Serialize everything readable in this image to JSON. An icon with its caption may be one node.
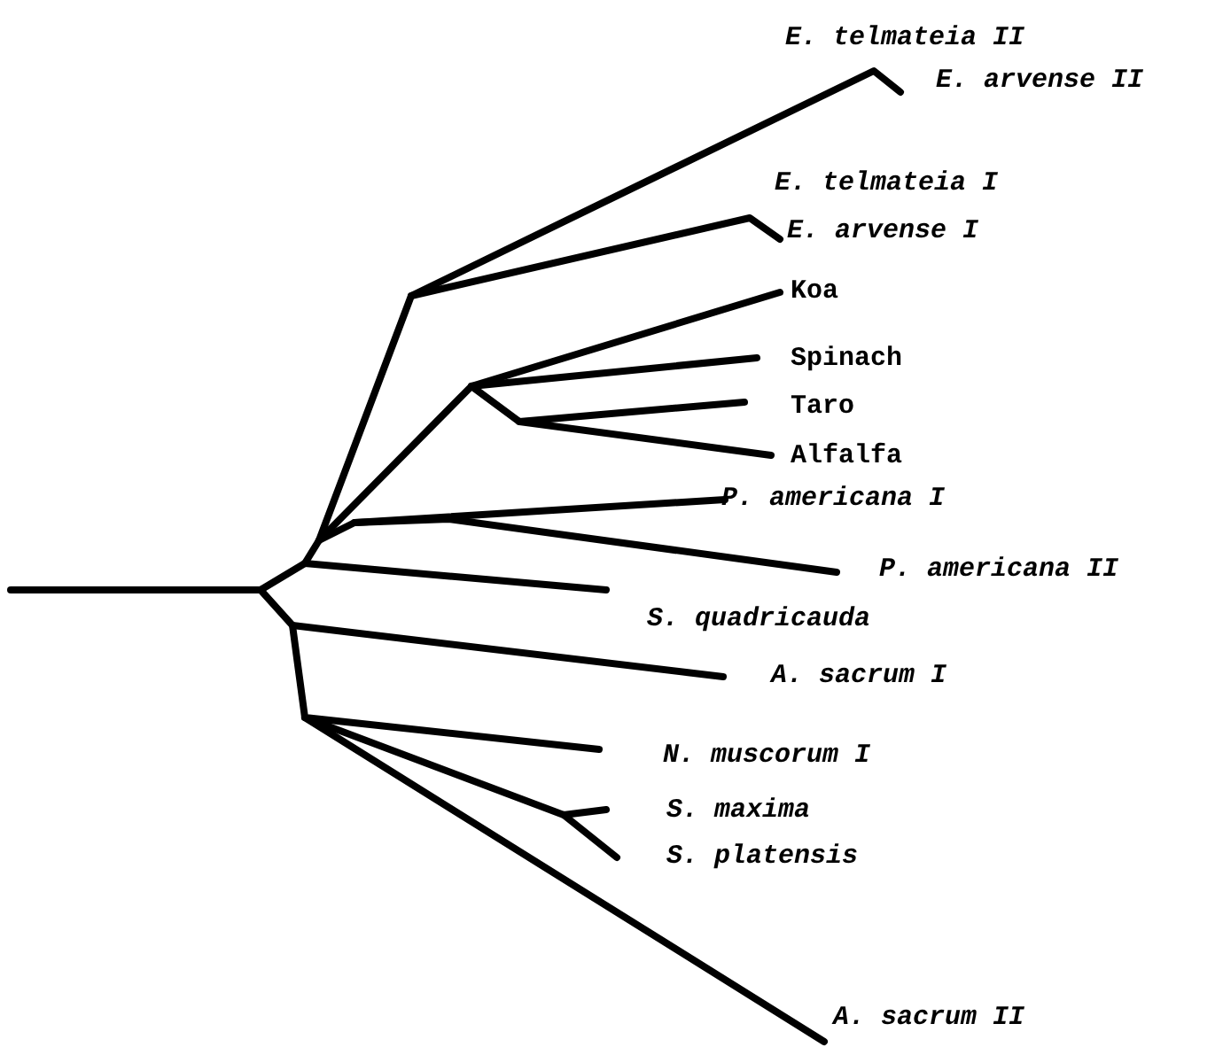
{
  "diagram": {
    "labels": [
      "E. telmateia II",
      "E. arvense II",
      "E. telmateia I",
      "E. arvense I",
      "Koa",
      "Spinach",
      "Taro",
      "Alfalfa",
      "P. americana I",
      "P. americana II",
      "S. quadricauda",
      "A. sacrum I",
      "N. muscorum I",
      "S. maxima",
      "S. platensis",
      "A. sacrum II"
    ]
  }
}
